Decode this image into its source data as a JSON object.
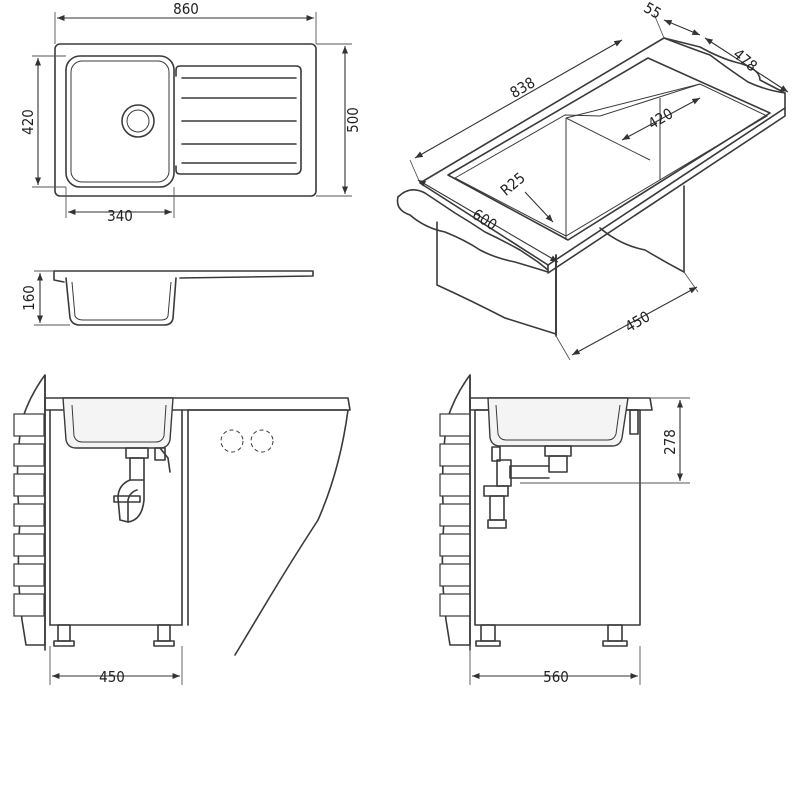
{
  "dimensions": {
    "top_width": "860",
    "top_height": "500",
    "bowl_depth": "420",
    "bowl_width": "340",
    "sink_depth": "160",
    "iso_length": "838",
    "iso_flange": "55",
    "iso_width": "478",
    "iso_bowl_width": "420",
    "iso_radius": "R25",
    "iso_cabinet_depth": "600",
    "iso_cabinet_width": "450",
    "front_cabinet_width": "450",
    "side_height": "278",
    "side_cabinet_depth": "560"
  },
  "colors": {
    "line": "#3a3a3a",
    "background": "#ffffff"
  }
}
